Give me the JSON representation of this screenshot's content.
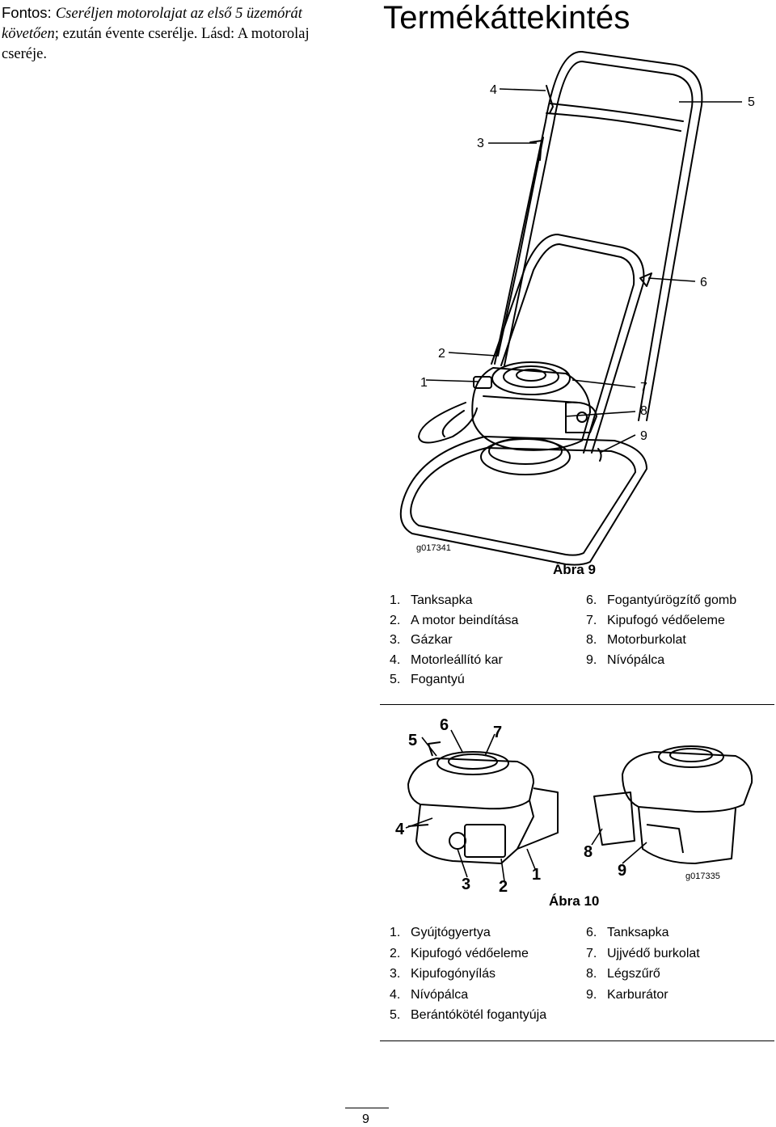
{
  "note": {
    "label": "Fontos:",
    "italic_text": "Cseréljen motorolajat az első 5 üzemórát követően",
    "rest_text": "; ezután évente cserélje. Lásd: A motorolaj cseréje."
  },
  "section_title": "Termékáttekintés",
  "figure9": {
    "callouts": [
      "1",
      "2",
      "3",
      "4",
      "5",
      "6",
      "7",
      "8",
      "9"
    ],
    "image_code": "g017341",
    "caption": "Ábra 9",
    "legend_left": [
      {
        "num": "1.",
        "text": "Tanksapka"
      },
      {
        "num": "2.",
        "text": "A motor beindítása"
      },
      {
        "num": "3.",
        "text": "Gázkar"
      },
      {
        "num": "4.",
        "text": "Motorleállító kar"
      },
      {
        "num": "5.",
        "text": "Fogantyú"
      }
    ],
    "legend_right": [
      {
        "num": "6.",
        "text": "Fogantyúrögzítő gomb"
      },
      {
        "num": "7.",
        "text": "Kipufogó védőeleme"
      },
      {
        "num": "8.",
        "text": "Motorburkolat"
      },
      {
        "num": "9.",
        "text": "Nívópálca"
      }
    ]
  },
  "figure10": {
    "callouts": [
      "5",
      "6",
      "7",
      "4",
      "3",
      "2",
      "1",
      "8",
      "9"
    ],
    "image_code": "g017335",
    "caption": "Ábra 10",
    "legend_left": [
      {
        "num": "1.",
        "text": "Gyújtógyertya"
      },
      {
        "num": "2.",
        "text": "Kipufogó védőeleme"
      },
      {
        "num": "3.",
        "text": "Kipufogónyílás"
      },
      {
        "num": "4.",
        "text": "Nívópálca"
      },
      {
        "num": "5.",
        "text": "Berántókötél fogantyúja"
      }
    ],
    "legend_right": [
      {
        "num": "6.",
        "text": "Tanksapka"
      },
      {
        "num": "7.",
        "text": "Ujjvédő burkolat"
      },
      {
        "num": "8.",
        "text": "Légszűrő"
      },
      {
        "num": "9.",
        "text": "Karburátor"
      }
    ]
  },
  "page_number": "9"
}
